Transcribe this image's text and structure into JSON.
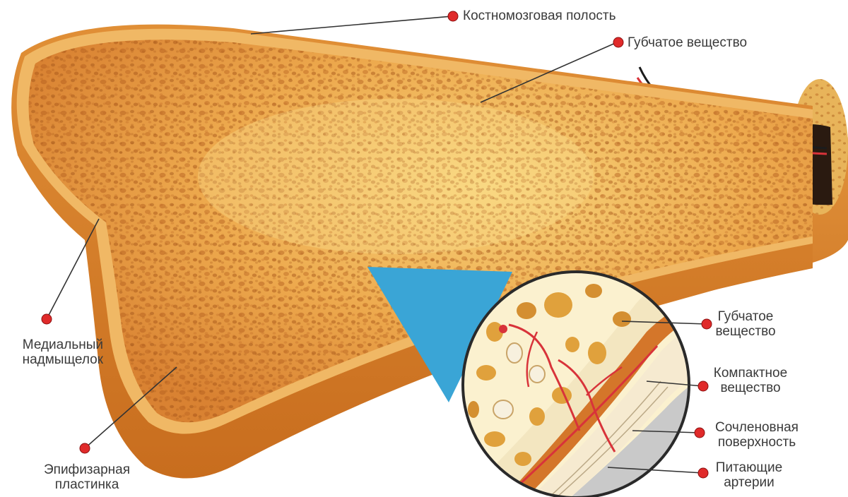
{
  "labels": {
    "marrow_cavity": "Костномозговая полость",
    "spongy_top": "Губчатое вещество",
    "medial_epicondyle": [
      "Медиальный",
      "надмыщелок"
    ],
    "epiphyseal_plate": [
      "Эпифизарная",
      "пластинка"
    ],
    "spongy_inset": [
      "Губчатое",
      "вещество"
    ],
    "compact_inset": [
      "Компактное",
      "вещество"
    ],
    "articular_surface": [
      "Сочленовная",
      "поверхность"
    ],
    "nutrient_arteries": [
      "Питающие",
      "артерии"
    ]
  },
  "colors": {
    "bone_outer": "#d9832a",
    "bone_cut": "#e9a445",
    "bone_highlight": "#f6d27a",
    "pore": "#b5601c",
    "pointer_dot": "#e02a2a",
    "leader_line": "#333333",
    "callout_wedge": "#3aa5d6",
    "artery": "#d8333a",
    "inset_bg": "#fbf1cf"
  }
}
